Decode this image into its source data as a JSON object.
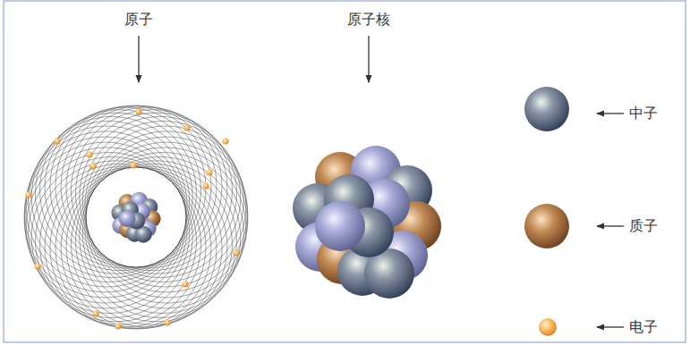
{
  "diagram": {
    "labels": [
      "原子",
      "原子核",
      "中子",
      "质子",
      "电子"
    ]
  }
}
